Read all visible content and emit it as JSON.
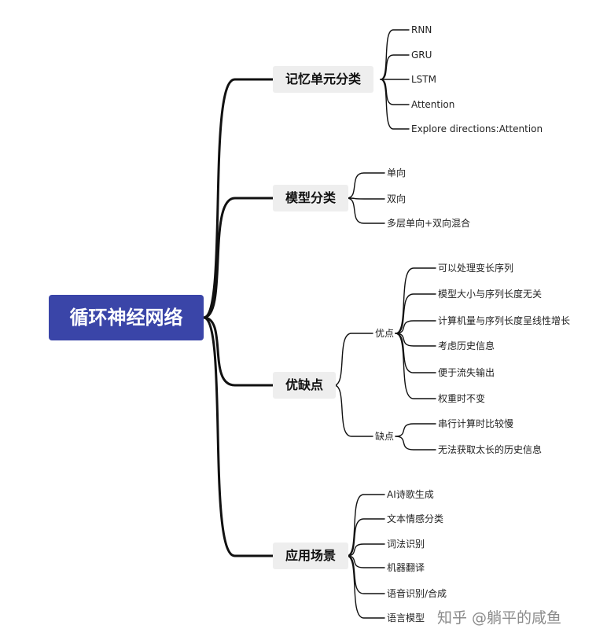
{
  "root": "循环神经网络",
  "branches": [
    {
      "label": "记忆单元分类",
      "items": [
        "RNN",
        "GRU",
        "LSTM",
        "Attention",
        "Explore directions:Attention"
      ]
    },
    {
      "label": "模型分类",
      "items": [
        "单向",
        "双向",
        "多层单向+双向混合"
      ]
    },
    {
      "label": "优缺点",
      "subs": [
        {
          "label": "优点",
          "items": [
            "可以处理变长序列",
            "模型大小与序列长度无关",
            "计算机量与序列长度呈线性增长",
            "考虑历史信息",
            "便于流失输出",
            "权重时不变"
          ]
        },
        {
          "label": "缺点",
          "items": [
            "串行计算时比较慢",
            "无法获取太长的历史信息"
          ]
        }
      ]
    },
    {
      "label": "应用场景",
      "items": [
        "AI诗歌生成",
        "文本情感分类",
        "词法识别",
        "机器翻译",
        "语音识别/合成",
        "语言模型"
      ]
    }
  ],
  "watermark": "知乎 @躺平的咸鱼",
  "colors": {
    "root_bg": "#3a45a8",
    "branch_bg": "#eeeeee",
    "line": "#111111"
  }
}
